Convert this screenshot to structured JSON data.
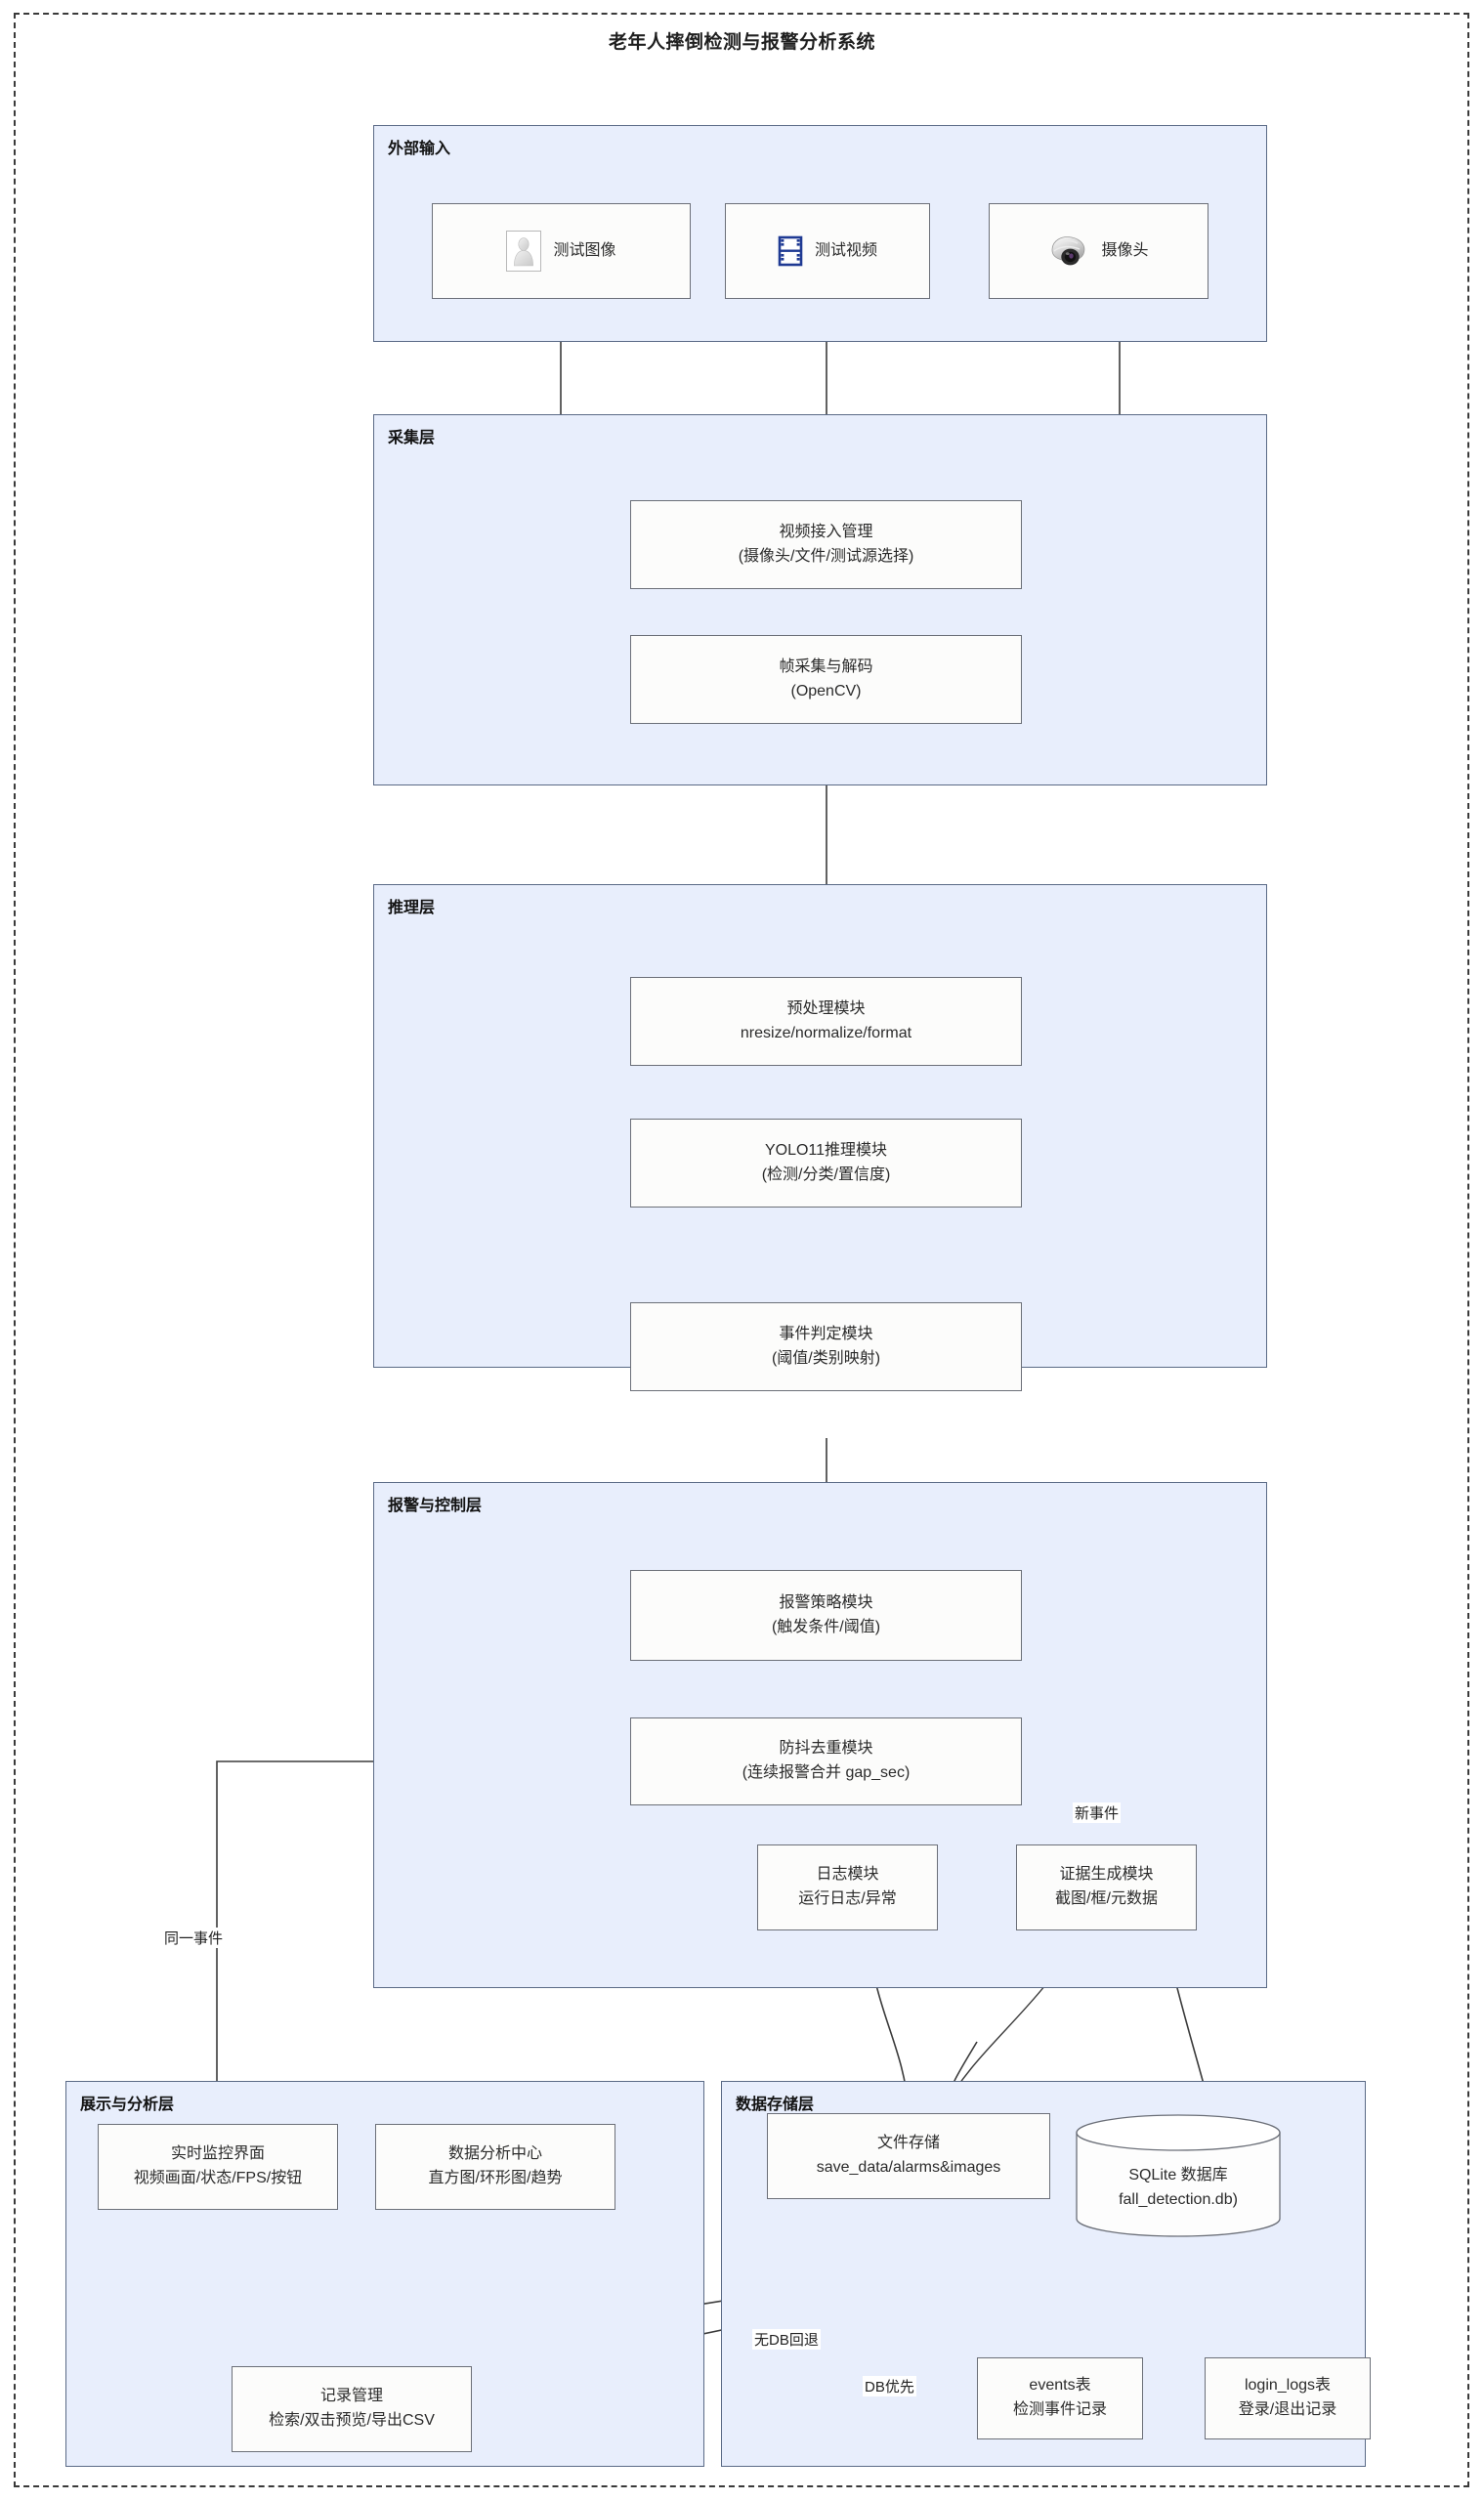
{
  "title": "老年人摔倒检测与报警分析系统",
  "layers": [
    {
      "id": "external-input",
      "title": "外部输入"
    },
    {
      "id": "capture-layer",
      "title": "采集层"
    },
    {
      "id": "inference-layer",
      "title": "推理层"
    },
    {
      "id": "alarm-layer",
      "title": "报警与控制层"
    },
    {
      "id": "presentation-layer",
      "title": "展示与分析层"
    },
    {
      "id": "storage-layer",
      "title": "数据存储层"
    }
  ],
  "nodes": {
    "test_image": {
      "line1": "测试图像",
      "icon": "image-placeholder-icon"
    },
    "test_video": {
      "line1": "测试视频",
      "icon": "film-strip-icon"
    },
    "camera": {
      "line1": "摄像头",
      "icon": "dome-camera-icon"
    },
    "video_access": {
      "line1": "视频接入管理",
      "line2": "(摄像头/文件/测试源选择)"
    },
    "frame_decode": {
      "line1": "帧采集与解码",
      "line2": "(OpenCV)"
    },
    "preprocess": {
      "line1": "预处理模块",
      "line2": "nresize/normalize/format"
    },
    "yolo": {
      "line1": "YOLO11推理模块",
      "line2": "(检测/分类/置信度)"
    },
    "event_decide": {
      "line1": "事件判定模块",
      "line2": "(阈值/类别映射)"
    },
    "alarm_policy": {
      "line1": "报警策略模块",
      "line2": "(触发条件/阈值)"
    },
    "debounce": {
      "line1": "防抖去重模块",
      "line2": "(连续报警合并 gap_sec)"
    },
    "log_module": {
      "line1": "日志模块",
      "line2": "运行日志/异常"
    },
    "evidence": {
      "line1": "证据生成模块",
      "line2": "截图/框/元数据"
    },
    "monitor_ui": {
      "line1": "实时监控界面",
      "line2": "视频画面/状态/FPS/按钮"
    },
    "analysis": {
      "line1": "数据分析中心",
      "line2": "直方图/环形图/趋势"
    },
    "record_mgmt": {
      "line1": "记录管理",
      "line2": "检索/双击预览/导出CSV"
    },
    "file_store": {
      "line1": "文件存储",
      "line2": "save_data/alarms&images"
    },
    "sqlite_db": {
      "line1": "SQLite 数据库",
      "line2": "fall_detection.db)"
    },
    "events_table": {
      "line1": "events表",
      "line2": "检测事件记录"
    },
    "login_table": {
      "line1": "login_logs表",
      "line2": "登录/退出记录"
    }
  },
  "edge_labels": {
    "new_event": "新事件",
    "same_event": "同一事件",
    "no_db_fallback": "无DB回退",
    "db_first": "DB优先"
  },
  "colors": {
    "layer_fill": "#e8eefc",
    "layer_border": "#5a6a86",
    "node_fill": "#fcfcfb",
    "node_border": "#6b6f78",
    "edge": "#3b3b3b",
    "frame": "#3a3a3a",
    "film_icon": "#1f3a93"
  }
}
